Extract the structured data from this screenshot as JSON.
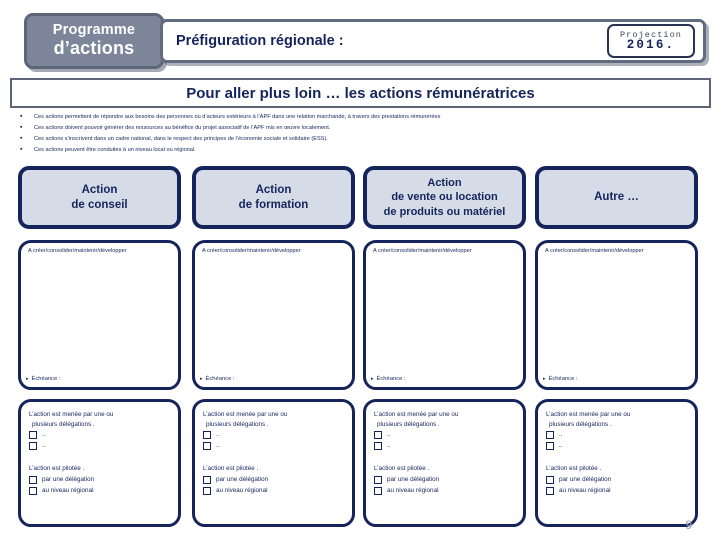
{
  "header": {
    "badge_line1": "Programme",
    "badge_line2": "d’actions",
    "title": "Préfiguration régionale :",
    "projection_label": "Projection",
    "projection_year": "2016.",
    "colors": {
      "badge_fill": "#7c8599",
      "badge_border": "#5d6679",
      "navy": "#15255c",
      "card_fill": "#d5dce7"
    }
  },
  "section": {
    "title": "Pour aller plus loin  … les actions rémunératrices",
    "bullets": [
      "Ces actions permettent de répondre aux besoins des personnes ou d’acteurs extérieurs à l’APF dans une relation marchande, à travers des prestations rémunérées",
      "Ces actions doivent pouvoir générer des ressources au bénéfice du projet associatif de l’APF mis en œuvre localement.",
      "Ces actions s’inscrivent dans un cadre national, dans le respect des principes de l’économie sociale et solidaire (ESS).",
      "Ces actions peuvent être conduites à un niveau local ou régional."
    ],
    "bullet_glyph": "▪"
  },
  "columns": [
    {
      "head_lines": [
        "Action",
        "de conseil"
      ],
      "top_note": "A créer/consolider/maintenir/développer",
      "echeance": "Échéance :",
      "lead_line1": "L’action est menée par une ou",
      "lead_line2": "plusieurs délégations .",
      "lead_options": [
        "..",
        ".."
      ],
      "pilot_line": "L’action est pilotée .",
      "pilot_options": [
        "par une délégation",
        "au niveau régional"
      ]
    },
    {
      "head_lines": [
        "Action",
        "de formation"
      ],
      "top_note": "A créer/consolider/maintenir/développer",
      "echeance": "Échéance :",
      "lead_line1": "L’action est menée par une ou",
      "lead_line2": "plusieurs délégations .",
      "lead_options": [
        "..",
        ".."
      ],
      "pilot_line": "L’action est pilotée .",
      "pilot_options": [
        "par une délégation",
        "au niveau régional"
      ]
    },
    {
      "head_lines": [
        "Action",
        "de vente ou location",
        "de produits ou matériel"
      ],
      "top_note": "A créer/consolider/maintenir/développer",
      "echeance": "Échéance :",
      "lead_line1": "L’action est menée par une ou",
      "lead_line2": "plusieurs délégations .",
      "lead_options": [
        "..",
        ".."
      ],
      "pilot_line": "L’action est pilotée .",
      "pilot_options": [
        "par une délégation",
        "au niveau régional"
      ]
    },
    {
      "head_lines": [
        "Autre …"
      ],
      "top_note": "A créer/consolider/maintenir/développer",
      "echeance": "Échéance :",
      "lead_line1": "L’action est menée par une ou",
      "lead_line2": "plusieurs délégations .",
      "lead_options": [
        "..",
        ".."
      ],
      "pilot_line": "L’action est pilotée .",
      "pilot_options": [
        "par une délégation",
        "au niveau régional"
      ]
    }
  ],
  "footer": {
    "page_number": "9"
  }
}
